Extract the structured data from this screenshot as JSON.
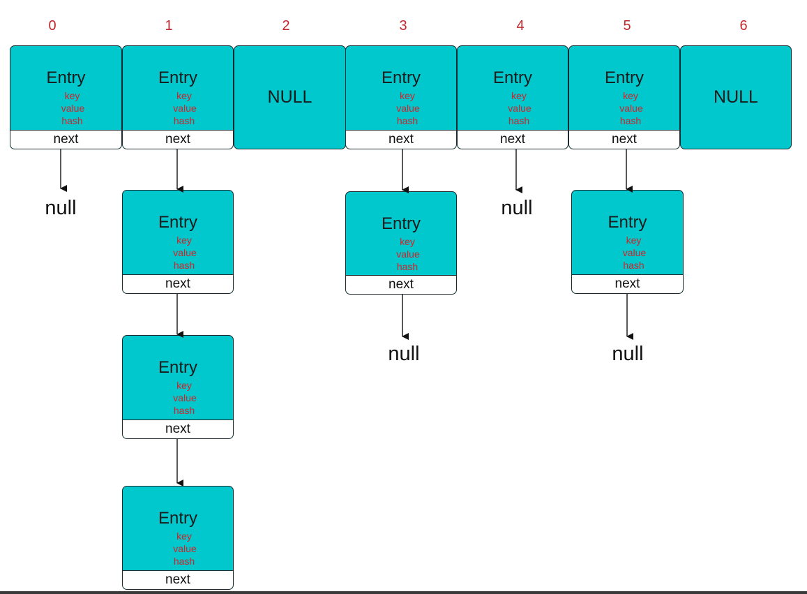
{
  "indices": [
    "0",
    "1",
    "2",
    "3",
    "4",
    "5",
    "6"
  ],
  "entry": {
    "title": "Entry",
    "field_key": "key",
    "field_value": "value",
    "field_hash": "hash",
    "next": "next"
  },
  "null_slot": "NULL",
  "null_terminal": "null",
  "colors": {
    "node_fill": "#00c8cc",
    "index_text": "#c0282d",
    "field_text": "#d0242a"
  }
}
